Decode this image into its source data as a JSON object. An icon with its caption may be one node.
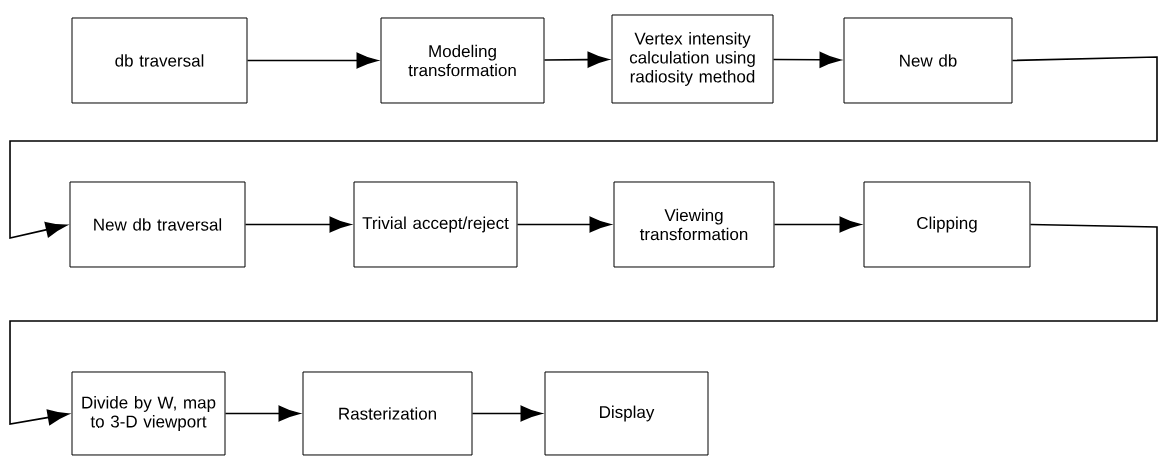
{
  "diagram": {
    "nodes": [
      {
        "text": [
          "db traversal"
        ]
      },
      {
        "text": [
          "Modeling transformation"
        ]
      },
      {
        "text": [
          "Vertex intensity calculation using radiosity method"
        ]
      },
      {
        "text": [
          "New db"
        ]
      },
      {
        "text": [
          "New db traversal"
        ]
      },
      {
        "text": [
          "Trivial accept/reject"
        ]
      },
      {
        "text": [
          "Viewing transformation"
        ]
      },
      {
        "text": [
          "Clipping"
        ]
      },
      {
        "text": [
          "Divide by W, map to 3-D viewport"
        ]
      },
      {
        "text": [
          "Rasterization"
        ]
      },
      {
        "text": [
          "Display"
        ]
      }
    ],
    "edges": [
      {
        "from": 0,
        "to": 1,
        "arrow": "to"
      },
      {
        "from": 1,
        "to": 2,
        "arrow": "to"
      },
      {
        "from": 2,
        "to": 3,
        "arrow": "to"
      },
      {
        "from": 3,
        "to": 4,
        "arrow": "to"
      },
      {
        "from": 4,
        "to": 5,
        "arrow": "to"
      },
      {
        "from": 5,
        "to": 6,
        "arrow": "to"
      },
      {
        "from": 6,
        "to": 7,
        "arrow": "to"
      },
      {
        "from": 7,
        "to": 8,
        "arrow": "to"
      },
      {
        "from": 8,
        "to": 9,
        "arrow": "to"
      },
      {
        "from": 9,
        "to": 10,
        "arrow": "to"
      }
    ]
  }
}
